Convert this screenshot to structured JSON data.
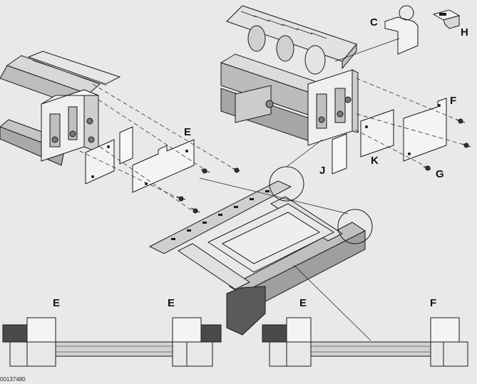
{
  "labels": {
    "c": "C",
    "h": "H",
    "f_top": "F",
    "e_top": "E",
    "k": "K",
    "j": "J",
    "g": "G",
    "e_bottom_1": "E",
    "e_bottom_2": "E",
    "e_bottom_3": "E",
    "f_bottom": "F"
  },
  "document_id": "00137480",
  "colors": {
    "background": "#e9e9e9",
    "line": "#1a1a1a",
    "metal_light": "#f4f4f4",
    "metal_mid": "#c8c8c8",
    "metal_dark": "#8a8a8a",
    "block_dark": "#4a4a4a"
  }
}
